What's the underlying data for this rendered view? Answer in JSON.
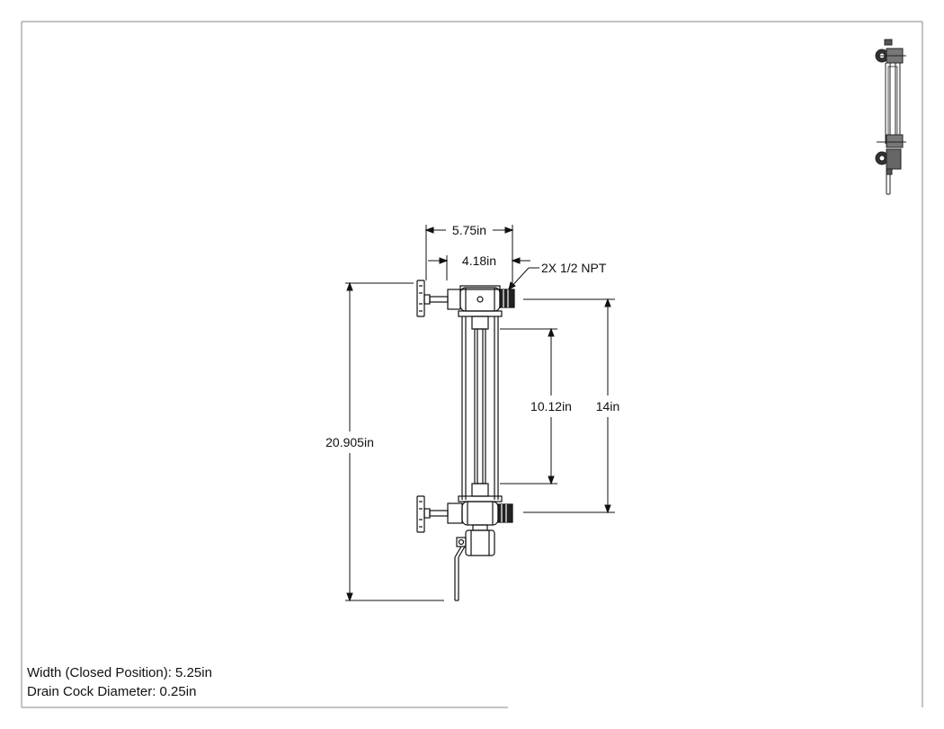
{
  "dimensions": {
    "overall_width": "5.75in",
    "inner_width": "4.18in",
    "connection_callout": "2X 1/2 NPT",
    "visible_length": "10.12in",
    "center_to_center": "14in",
    "overall_height": "20.905in"
  },
  "notes": {
    "closed_width": "Width (Closed Position): 5.25in",
    "drain_cock": "Drain Cock Diameter: 0.25in"
  },
  "colors": {
    "line": "#111111",
    "fitting": "#222222"
  }
}
